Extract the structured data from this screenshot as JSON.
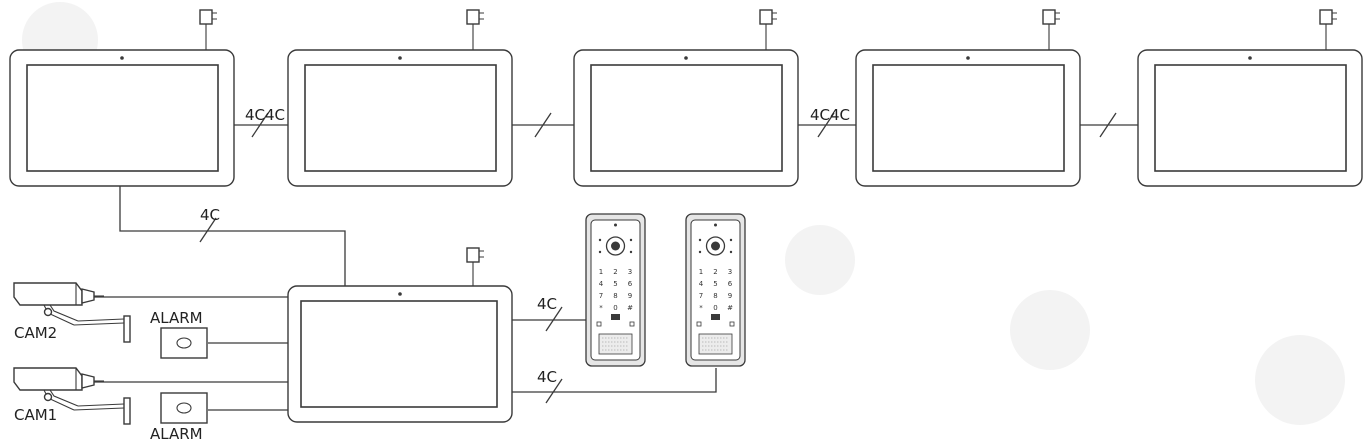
{
  "labels": {
    "link_monitor_1_2": "4C4C",
    "link_monitor_3_4": "4C4C",
    "link_master_down": "4C",
    "link_panel_1": "4C",
    "link_panel_2": "4C",
    "cam_top": "CAM2",
    "cam_bottom": "CAM1",
    "alarm_top": "ALARM",
    "alarm_bottom": "ALARM"
  },
  "keypad": [
    "1",
    "2",
    "3",
    "4",
    "5",
    "6",
    "7",
    "8",
    "9",
    "*",
    "0",
    "#"
  ],
  "colors": {
    "line": "#3a3a3a",
    "panel_frame": "#e6e6e6",
    "speaker_grille": "#ececec"
  }
}
